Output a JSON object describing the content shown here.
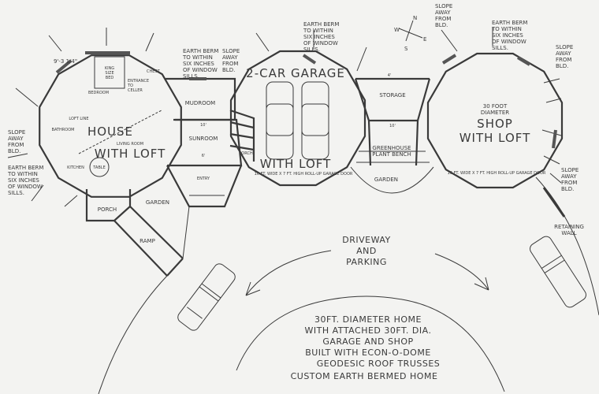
{
  "rooms": {
    "house": [
      "HOUSE",
      "WITH LOFT"
    ],
    "garage": [
      "2-CAR GARAGE",
      "WITH LOFT"
    ],
    "shop": [
      "30 FOOT",
      "DIAMETER",
      "SHOP",
      "WITH LOFT"
    ],
    "storage": "STORAGE",
    "greenhouse": [
      "GREENHOUSE",
      "PLANT BENCH"
    ],
    "garden_greenhouse": "GARDEN",
    "garden_house": "GARDEN",
    "mudroom": "MUDROOM",
    "sunroom": "SUNROOM",
    "entry": "ENTRY",
    "porch_front": "PORCH",
    "porch_side": "PORCH",
    "ramp": "RAMP",
    "bedroom": "BEDROOM",
    "king_bed": [
      "KING",
      "SIZE",
      "BED"
    ],
    "entrance_cellar": [
      "ENTRANCE",
      "TO",
      "CELLER"
    ],
    "kitchen": "KITCHEN",
    "table": "TABLE",
    "bathroom": "BATHROOM",
    "living_room": "LIVING ROOM",
    "loft_line": "LOFT LINE",
    "chest": "CHEST",
    "retaining_wall": [
      "RETAINING",
      "WALL"
    ]
  },
  "notes": {
    "earth_berm": [
      "EARTH BERM",
      "TO WITHIN",
      "SIX INCHES",
      "OF WINDOW",
      "SILLS."
    ],
    "slope_away": [
      "SLOPE",
      "AWAY",
      "FROM",
      "BLD."
    ]
  },
  "dimensions": {
    "house_side": "9'-3 1/4\"",
    "sunroom_width": "10'",
    "storage_width": "10'",
    "door_width": "6'",
    "window_width": "4'"
  },
  "garage_door_note": "16 FT. WIDE X 7 FT. HIGH ROLL-UP GARAGE DOOR",
  "compass": {
    "n": "N",
    "s": "S",
    "e": "E",
    "w": "W"
  },
  "driveway": [
    "DRIVEWAY",
    "AND",
    "PARKING"
  ],
  "description": [
    "30FT. DIAMETER HOME",
    "WITH ATTACHED 30FT. DIA.",
    "GARAGE AND SHOP",
    "BUILT WITH ECON-O-DOME",
    "GEODESIC ROOF TRUSSES",
    "CUSTOM EARTH BERMED HOME"
  ],
  "colors": {
    "line": "#3a3a3a",
    "paper": "#f3f3f1"
  }
}
